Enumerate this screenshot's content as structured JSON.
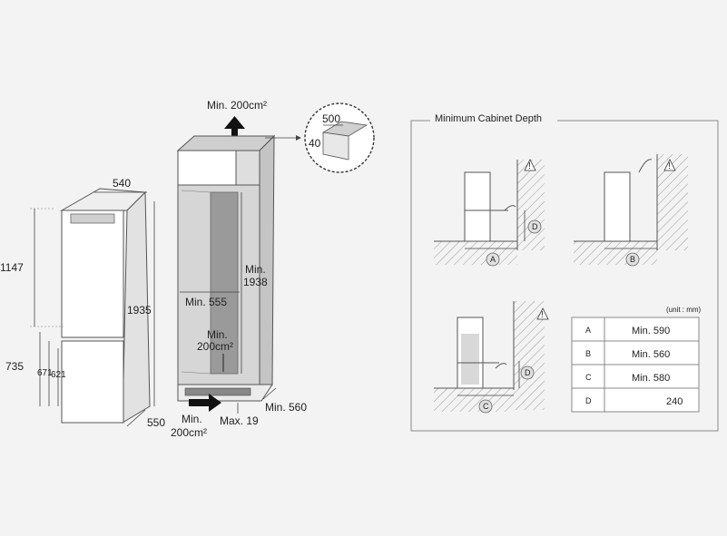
{
  "fridge": {
    "width": "540",
    "height_top": "1147",
    "height_total": "1935",
    "height_bottom": "735",
    "height_671": "671",
    "height_621": "621",
    "depth": "550"
  },
  "cabinet": {
    "vent_top": "Min. 200cm²",
    "inner_width": "Min. 555",
    "inner_height_line1": "Min.",
    "inner_height_line2": "1938",
    "vent_mid_line1": "Min.",
    "vent_mid_line2": "200cm²",
    "vent_bottom_line1": "Min.",
    "vent_bottom_line2": "200cm²",
    "plinth": "Max. 19",
    "depth": "Min. 560"
  },
  "detail": {
    "width": "500",
    "height": "40"
  },
  "depth_panel": {
    "title": "Minimum Cabinet Depth",
    "unit": "(unit : mm)",
    "markers": {
      "a": "A",
      "b": "B",
      "c": "C",
      "d": "D"
    },
    "rows": [
      {
        "key": "A",
        "value": "Min. 590"
      },
      {
        "key": "B",
        "value": "Min. 560"
      },
      {
        "key": "C",
        "value": "Min. 580"
      },
      {
        "key": "D",
        "value": "240"
      }
    ]
  },
  "colors": {
    "line": "#555555",
    "cabinet_fill": "#d6d6d6",
    "cabinet_inner": "#9a9a9a",
    "white_panel": "#ffffff",
    "arrow": "#111111",
    "panel_border": "#888888"
  }
}
